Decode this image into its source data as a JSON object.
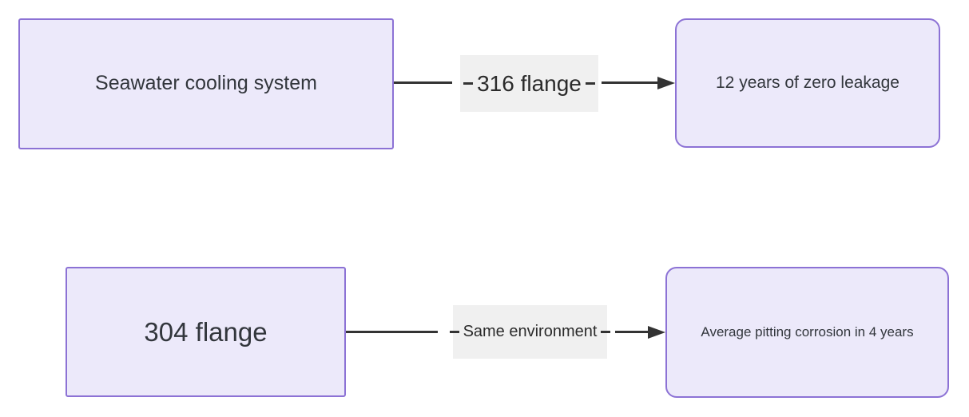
{
  "diagram": {
    "colors": {
      "node_fill": "#ECE9FA",
      "node_border": "#8C72D5",
      "line_color": "#333333",
      "label_bg": "#F0F0F0",
      "text_color": "#32363C",
      "background": "#FFFFFF"
    },
    "flows": [
      {
        "source": "Seawater cooling system",
        "edge_label": "316 flange",
        "target": "12 years of zero leakage"
      },
      {
        "source": "304 flange",
        "edge_label": "Same environment",
        "target": "Average pitting corrosion in 4 years"
      }
    ]
  }
}
